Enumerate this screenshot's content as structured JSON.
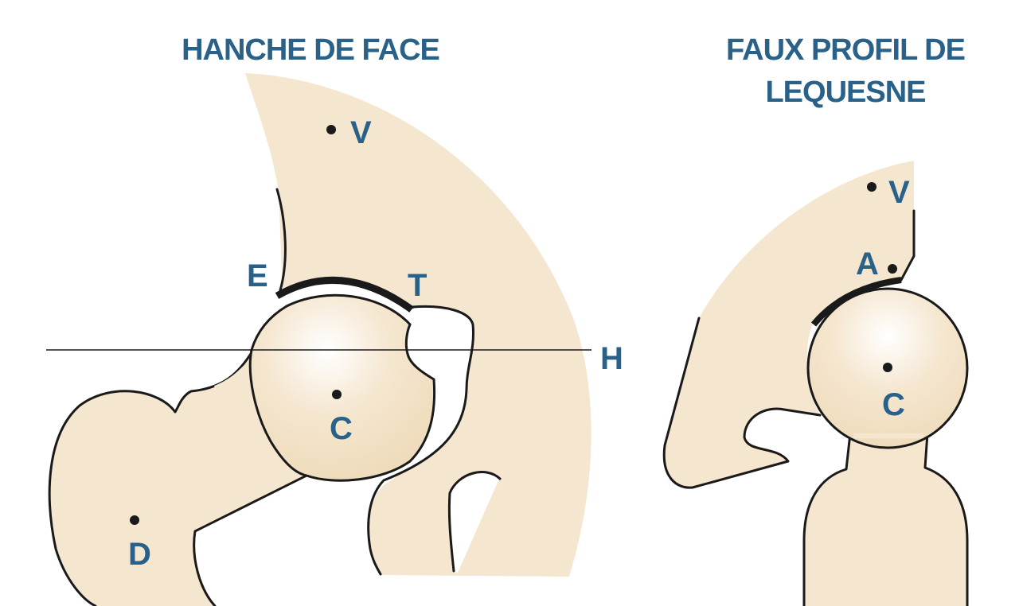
{
  "left_diagram": {
    "title": "HANCHE DE FACE",
    "labels": {
      "V": "V",
      "E": "E",
      "T": "T",
      "H": "H",
      "C": "C",
      "D": "D"
    }
  },
  "right_diagram": {
    "title_line1": "FAUX PROFIL DE",
    "title_line2": "LEQUESNE",
    "labels": {
      "V": "V",
      "A": "A",
      "C": "C"
    }
  },
  "colors": {
    "bone": "#f5e6cf",
    "bone_dark": "#eed8b8",
    "label": "#2a6189",
    "outline": "#1a1a1a"
  }
}
